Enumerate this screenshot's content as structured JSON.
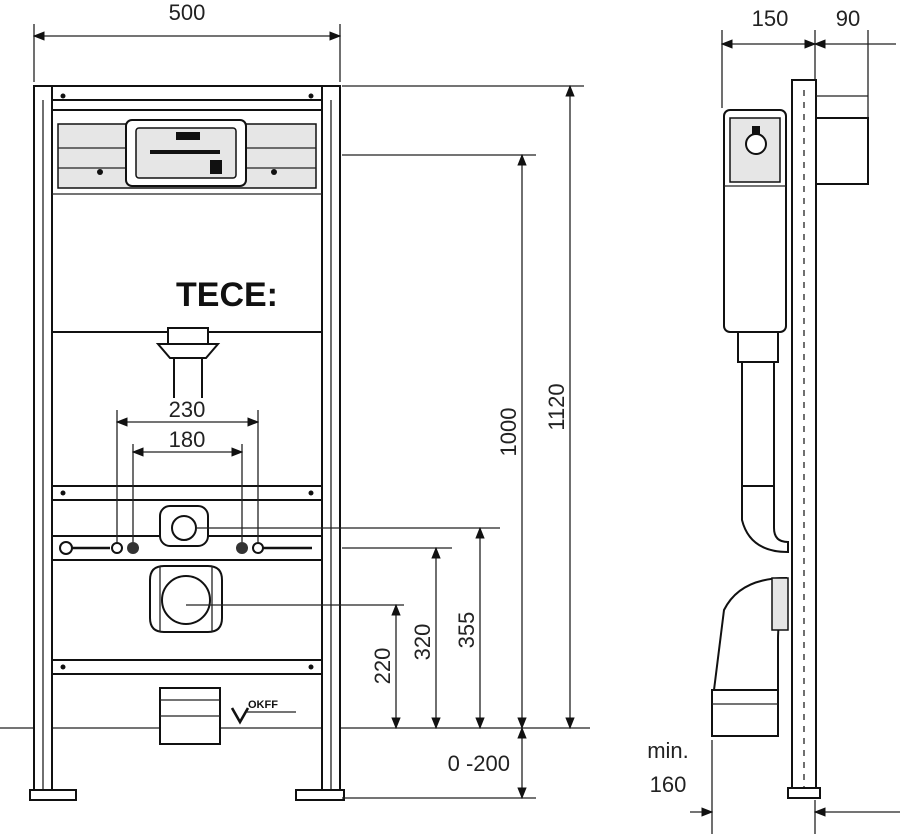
{
  "brand": "TECE:",
  "floor_marker": "OKFF",
  "front_view": {
    "width": "500",
    "height_total": "1120",
    "height_cistern": "1000",
    "spacing_outer": "230",
    "spacing_inner": "180",
    "height_355": "355",
    "height_320": "320",
    "height_220": "220",
    "floor_adjust": "0 -200"
  },
  "side_view": {
    "depth": "150",
    "offset": "90",
    "min_label": "min.",
    "min_value": "160"
  }
}
